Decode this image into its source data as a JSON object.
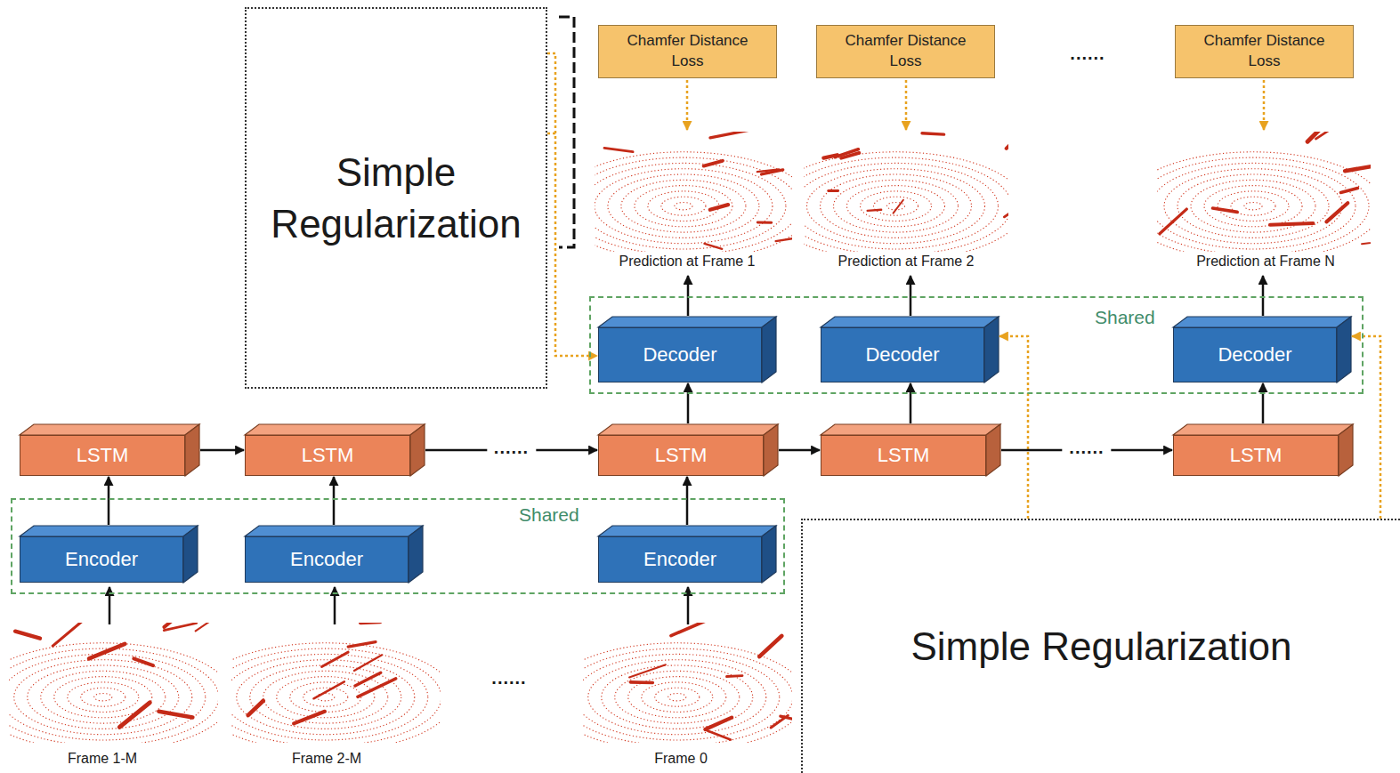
{
  "diagram": {
    "nodes": [
      {
        "text": [
          "Simple Regularization"
        ]
      },
      {
        "text": [
          "Chamfer Distance Loss"
        ]
      },
      {
        "text": [
          "Chamfer Distance Loss"
        ]
      },
      {
        "text": [
          "Chamfer Distance Loss"
        ]
      },
      {
        "text": [
          "Shared"
        ]
      },
      {
        "text": [
          "Decoder"
        ],
        "in": 4
      },
      {
        "text": [
          "Decoder"
        ],
        "in": 4
      },
      {
        "text": [
          "Decoder"
        ],
        "in": 4
      },
      {
        "text": [
          "LSTM"
        ]
      },
      {
        "text": [
          "LSTM"
        ]
      },
      {
        "text": [
          "LSTM"
        ]
      },
      {
        "text": [
          "LSTM"
        ]
      },
      {
        "text": [
          "LSTM"
        ]
      },
      {
        "text": [
          "Shared"
        ]
      },
      {
        "text": [
          "Encoder"
        ],
        "in": 13
      },
      {
        "text": [
          "Encoder"
        ],
        "in": 13
      },
      {
        "text": [
          "Encoder"
        ],
        "in": 13
      },
      {
        "text": [
          "Simple Regularization"
        ]
      }
    ],
    "edges": [
      {
        "from": 0,
        "to": 5,
        "arrow": "to"
      },
      {
        "from": 17,
        "to": 6,
        "arrow": "to"
      },
      {
        "from": 17,
        "to": 7,
        "arrow": "to"
      },
      {
        "from": 8,
        "to": 9,
        "arrow": "to"
      },
      {
        "from": 9,
        "to": 10,
        "label": "......",
        "arrow": "to"
      },
      {
        "from": 10,
        "to": 11,
        "arrow": "to"
      },
      {
        "from": 11,
        "to": 12,
        "label": "......",
        "arrow": "to"
      },
      {
        "from": 10,
        "to": 5,
        "arrow": "to"
      },
      {
        "from": 11,
        "to": 6,
        "arrow": "to"
      },
      {
        "from": 12,
        "to": 7,
        "arrow": "to"
      },
      {
        "from": 14,
        "to": 8,
        "arrow": "to"
      },
      {
        "from": 15,
        "to": 9,
        "arrow": "to"
      },
      {
        "from": 16,
        "to": 10,
        "arrow": "to"
      }
    ],
    "labels": [
      "......",
      "Prediction at Frame 1",
      "Prediction at Frame 2",
      "Prediction at Frame N",
      "......",
      "Frame 1-M",
      "Frame 2-M",
      "Frame 0"
    ]
  }
}
